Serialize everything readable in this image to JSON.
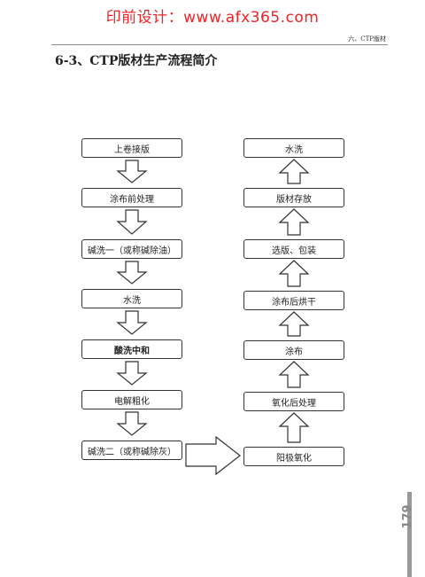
{
  "watermark": "印前设计：www.afx365.com",
  "header": {
    "chapter": "六、CTP版材"
  },
  "section_title": "6-3、CTP版材生产流程简介",
  "flow": {
    "left": [
      "上卷接版",
      "涂布前处理",
      "碱洗一（或称碱除油）",
      "水洗",
      "酸洗中和",
      "电解粗化",
      "碱洗二（或称碱除灰）"
    ],
    "right": [
      "阳极氧化",
      "氧化后处理",
      "涂布",
      "涂布后烘干",
      "选版、包装",
      "版材存放",
      "水洗"
    ]
  },
  "page_number": "179"
}
